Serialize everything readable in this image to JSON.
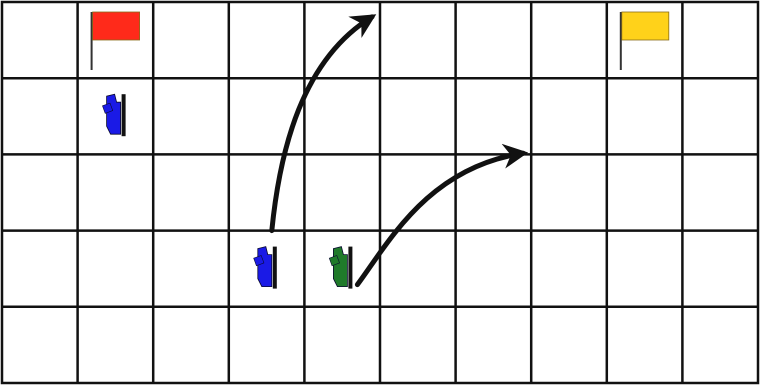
{
  "board": {
    "cols": 10,
    "rows": 5,
    "grid_color": "#111111",
    "background": "#ffffff"
  },
  "pieces": [
    {
      "id": "red-flag",
      "kind": "flag",
      "color": "#ff2a1a",
      "col": 1,
      "row": 0
    },
    {
      "id": "yellow-flag",
      "kind": "flag",
      "color": "#ffd21a",
      "col": 8,
      "row": 0
    },
    {
      "id": "blue-tank-1",
      "kind": "tank",
      "color": "#1a1ae6",
      "col": 1,
      "row": 1
    },
    {
      "id": "blue-tank-2",
      "kind": "tank",
      "color": "#1a1ae6",
      "col": 3,
      "row": 3
    },
    {
      "id": "green-tank",
      "kind": "tank",
      "color": "#1f7a2a",
      "col": 4,
      "row": 3
    }
  ],
  "moves": [
    {
      "from_piece": "blue-tank-2",
      "to": {
        "col": 5,
        "row": 0
      }
    },
    {
      "from_piece": "green-tank",
      "to": {
        "col": 7,
        "row": 2
      }
    }
  ]
}
